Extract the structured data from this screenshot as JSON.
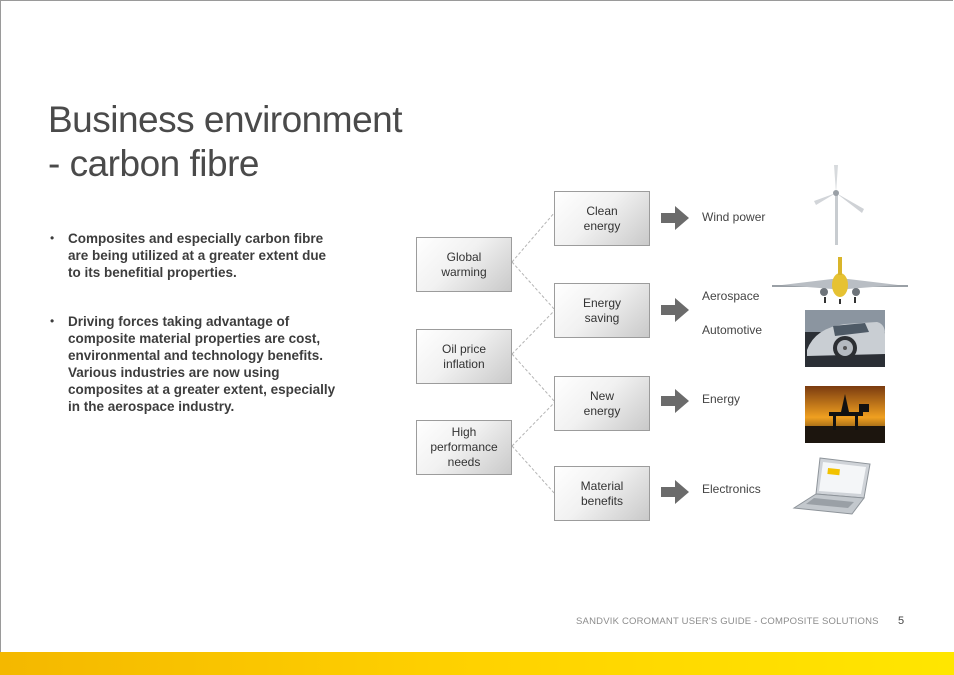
{
  "title": {
    "line1": "Business environment",
    "line2": "- carbon fibre"
  },
  "bullets": [
    "Composites and especially carbon fibre are being utilized at a greater extent due to its benefitial properties.",
    "Driving forces taking advantage of composite material properties are cost, environmental and technology benefits. Various industries are now using composites at a greater extent, especially in the aerospace industry."
  ],
  "drivers": [
    {
      "lines": [
        "Global",
        "warming"
      ]
    },
    {
      "lines": [
        "Oil price",
        "inflation"
      ]
    },
    {
      "lines": [
        "High",
        "performance",
        "needs"
      ]
    }
  ],
  "benefits": [
    {
      "lines": [
        "Clean",
        "energy"
      ]
    },
    {
      "lines": [
        "Energy",
        "saving"
      ]
    },
    {
      "lines": [
        "New",
        "energy"
      ]
    },
    {
      "lines": [
        "Material",
        "benefits"
      ]
    }
  ],
  "industries": [
    "Wind power",
    "Aerospace",
    "Automotive",
    "Energy",
    "Electronics"
  ],
  "footer": {
    "text": "SANDVIK COROMANT  USER'S GUIDE - COMPOSITE SOLUTIONS",
    "page": "5"
  },
  "colors": {
    "band_start": "#f4b800",
    "band_end": "#ffe600",
    "arrow": "#6b6b6b"
  },
  "icons": [
    "wind-turbine-icon",
    "airplane-icon",
    "car-icon",
    "oil-platform-icon",
    "laptop-icon"
  ]
}
